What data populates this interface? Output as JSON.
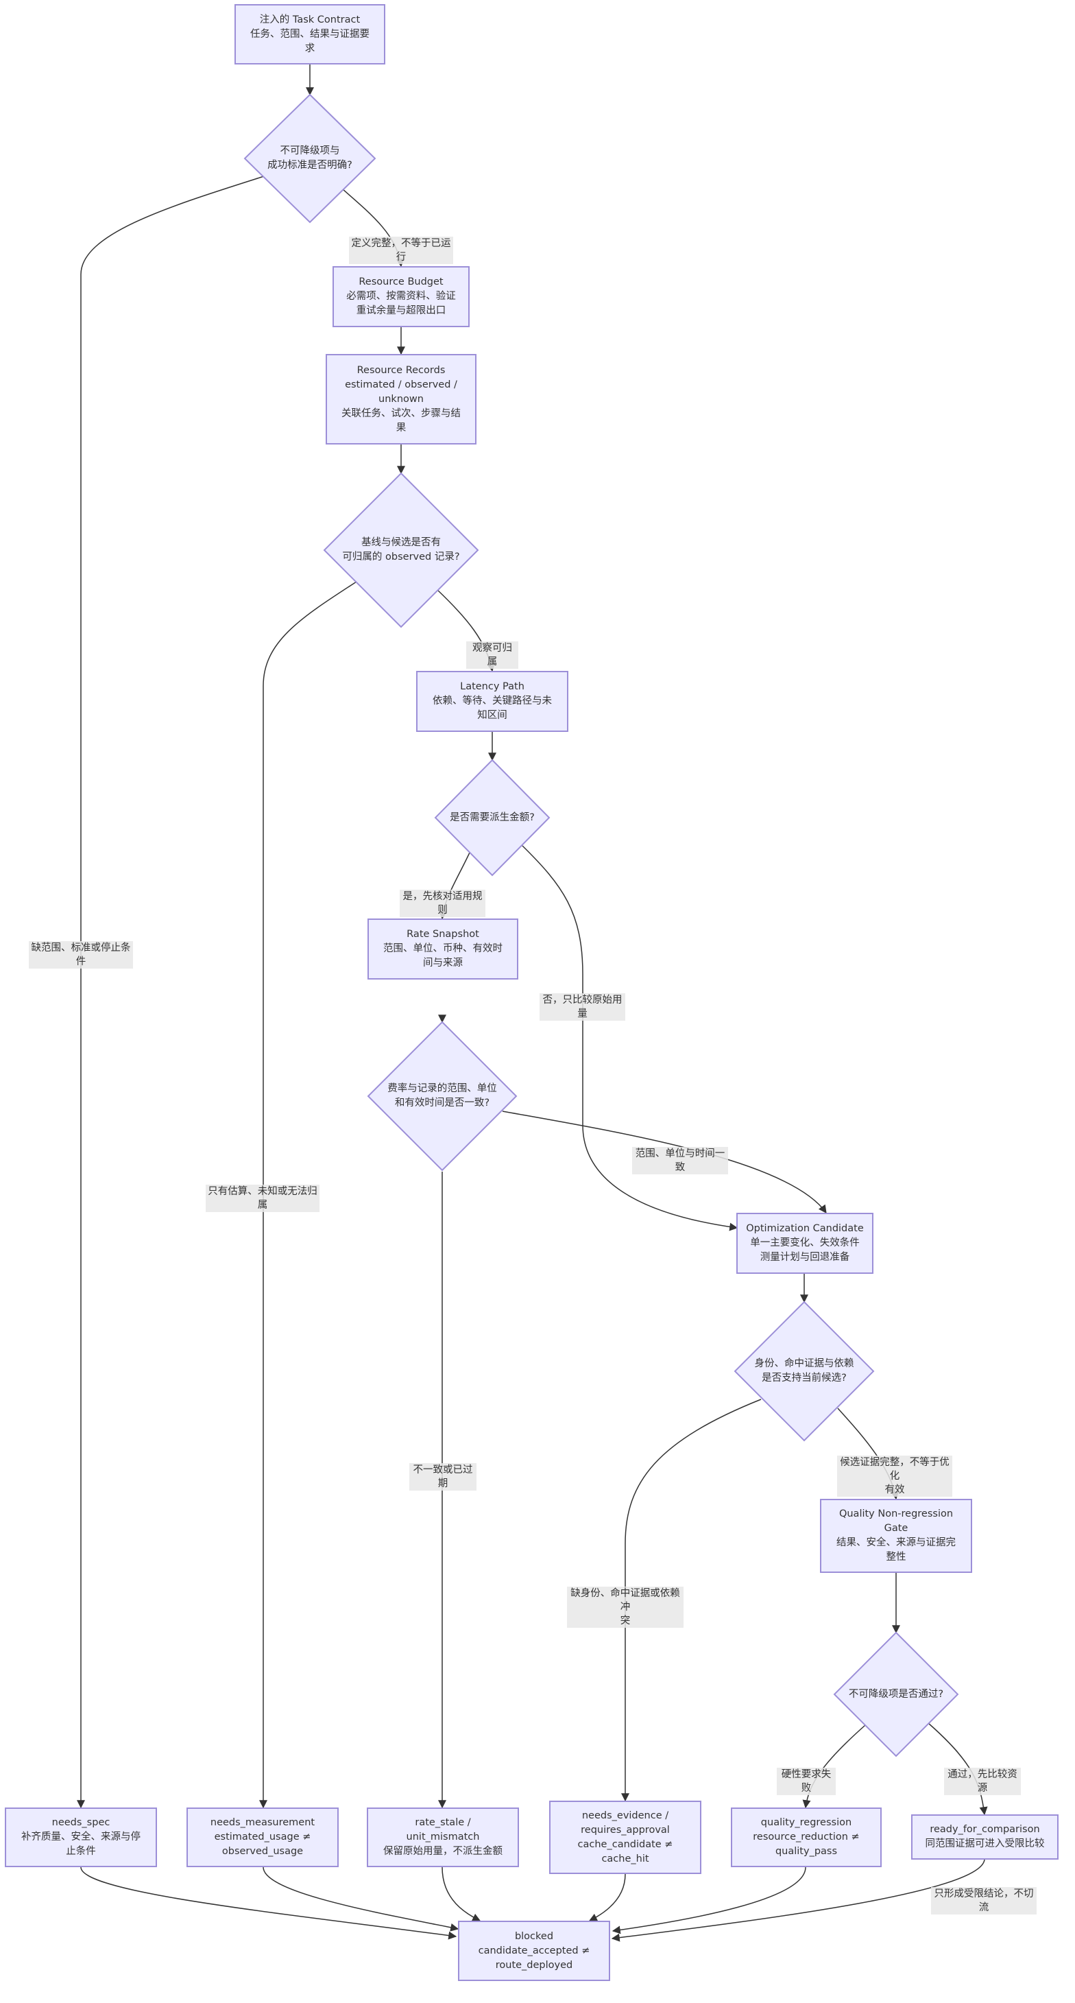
{
  "nodes": {
    "contract": [
      "注入的 Task Contract",
      "任务、范围、结果与证据要",
      "求"
    ],
    "d1": [
      "不可降级项与",
      "成功标准是否明确?"
    ],
    "budget": [
      "Resource Budget",
      "必需项、按需资料、验证",
      "重试余量与超限出口"
    ],
    "records": [
      "Resource Records",
      "estimated / observed /",
      "unknown",
      "关联任务、试次、步骤与结",
      "果"
    ],
    "d2": [
      "基线与候选是否有",
      "可归属的 observed 记录?"
    ],
    "latency": [
      "Latency Path",
      "依赖、等待、关键路径与未",
      "知区间"
    ],
    "d3": [
      "是否需要派生金额?"
    ],
    "rate": [
      "Rate Snapshot",
      "范围、单位、币种、有效时",
      "间与来源"
    ],
    "d4": [
      "费率与记录的范围、单位",
      "和有效时间是否一致?"
    ],
    "candidate": [
      "Optimization Candidate",
      "单一主要变化、失效条件",
      "测量计划与回退准备"
    ],
    "d5": [
      "身份、命中证据与依赖",
      "是否支持当前候选?"
    ],
    "gate": [
      "Quality Non-regression",
      "Gate",
      "结果、安全、来源与证据完",
      "整性"
    ],
    "d6": [
      "不可降级项是否通过?"
    ],
    "needs_spec": [
      "needs_spec",
      "补齐质量、安全、来源与停",
      "止条件"
    ],
    "needs_measurement": [
      "needs_measurement",
      "estimated_usage ≠",
      "observed_usage"
    ],
    "rate_stale": [
      "rate_stale /",
      "unit_mismatch",
      "保留原始用量，不派生金额"
    ],
    "needs_evidence": [
      "needs_evidence /",
      "requires_approval",
      "cache_candidate ≠",
      "cache_hit"
    ],
    "quality_regression": [
      "quality_regression",
      "resource_reduction ≠",
      "quality_pass"
    ],
    "ready": [
      "ready_for_comparison",
      "同范围证据可进入受限比较"
    ],
    "blocked": [
      "blocked",
      "candidate_accepted ≠",
      "route_deployed"
    ]
  },
  "edge_labels": {
    "d1_yes": [
      "定义完整，不等于已运行"
    ],
    "d1_no": [
      "缺范围、标准或停止条件"
    ],
    "d2_yes": [
      "观察可归属"
    ],
    "d2_no": [
      "只有估算、未知或无法归属"
    ],
    "d3_yes": [
      "是，先核对适用规则"
    ],
    "d3_no": [
      "否，只比较原始用量"
    ],
    "d4_yes": [
      "范围、单位与时间一致"
    ],
    "d4_no": [
      "不一致或已过期"
    ],
    "d5_yes": [
      "候选证据完整，不等于优化",
      "有效"
    ],
    "d5_no": [
      "缺身份、命中证据或依赖冲",
      "突"
    ],
    "d6_fail": [
      "硬性要求失败"
    ],
    "d6_pass": [
      "通过，先比较资源"
    ],
    "ready_out": [
      "只形成受限结论，不切流"
    ]
  },
  "colors": {
    "node_fill": "#ececff",
    "node_stroke": "#9c8fd8",
    "edge": "#333333",
    "label_bg": "#e8e8e8"
  }
}
